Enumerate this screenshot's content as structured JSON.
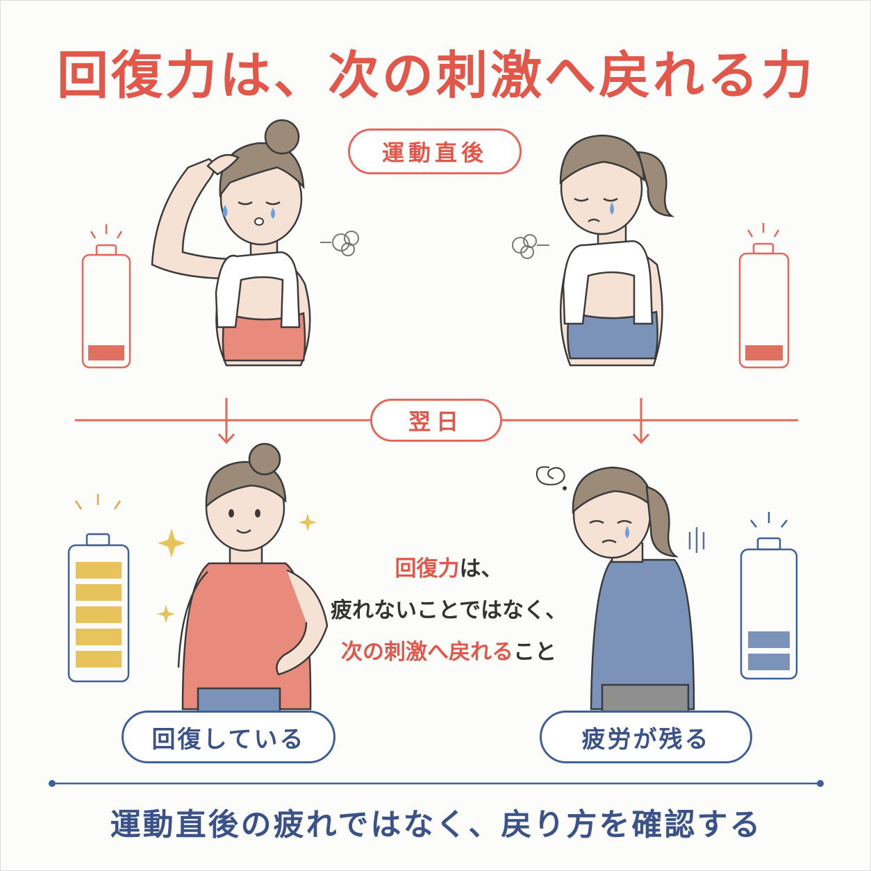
{
  "title": "回復力は、次の刺激へ戻れる力",
  "labels": {
    "after_exercise": "運動直後",
    "next_day": "翌日",
    "recovering": "回復している",
    "fatigue_remains": "疲労が残る"
  },
  "center_message": {
    "line1_accent": "回復力",
    "line1_rest": "は、",
    "line2": "疲れないことではなく、",
    "line3_accent": "次の刺激へ戻れる",
    "line3_rest": "こと"
  },
  "footer": "運動直後の疲れではなく、戻り方を確認する",
  "batteries": {
    "top_left_level": 0.2,
    "top_right_level": 0.2,
    "bottom_left_level": 1.0,
    "bottom_right_level": 0.4
  },
  "colors": {
    "accent_red": "#e1574a",
    "navy": "#3a5288",
    "tank_red": "#e98b7c",
    "tank_blue": "#7b93b8",
    "battery_gold": "#e8c25a",
    "battery_low": "#e0705f",
    "battery_blue": "#7b93b8"
  },
  "icons": [
    "battery-icon",
    "sweat-drop-icon",
    "breath-puff-icon",
    "sparkle-icon",
    "dizzy-swirl-icon",
    "down-arrow-icon"
  ]
}
